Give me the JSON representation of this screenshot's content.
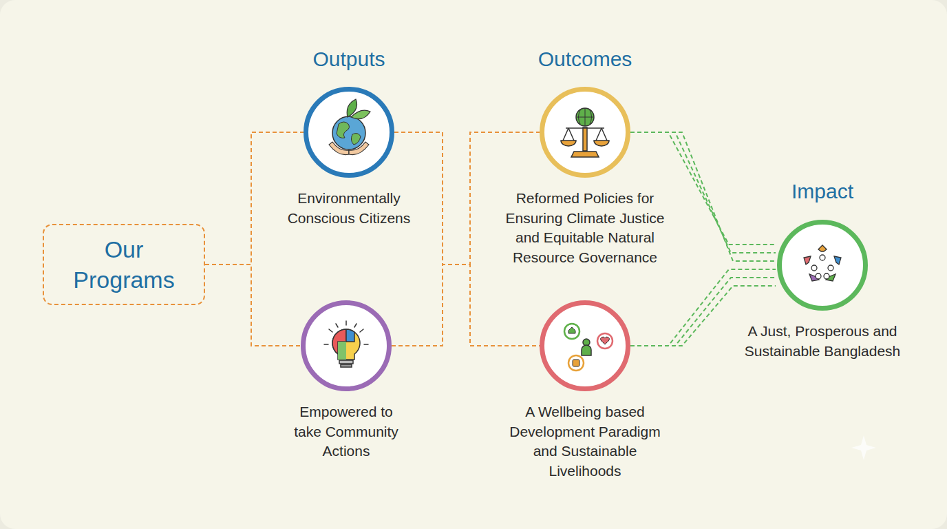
{
  "diagram": {
    "nodes": [
      {
        "text": [
          "Our Programs"
        ]
      },
      {
        "text": [
          "Environmentally Conscious Citizens"
        ]
      },
      {
        "text": [
          "Empowered to take Community Actions"
        ]
      },
      {
        "text": [
          "Reformed Policies for Ensuring Climate Justice and Equitable Natural Resource Governance"
        ]
      },
      {
        "text": [
          "A Wellbeing based Development Paradigm and Sustainable Livelihoods"
        ]
      },
      {
        "text": [
          "A Just, Prosperous and Sustainable Bangladesh"
        ]
      }
    ],
    "edges": [
      {
        "from": 0,
        "to": 1,
        "arrow": "none"
      },
      {
        "from": 0,
        "to": 2,
        "arrow": "none"
      },
      {
        "from": 1,
        "to": 3,
        "arrow": "none"
      },
      {
        "from": 1,
        "to": 4,
        "arrow": "none"
      },
      {
        "from": 2,
        "to": 3,
        "arrow": "none"
      },
      {
        "from": 2,
        "to": 4,
        "arrow": "none"
      },
      {
        "from": 3,
        "to": 5,
        "arrow": "none"
      },
      {
        "from": 4,
        "to": 5,
        "arrow": "none"
      }
    ],
    "labels": [
      "Outputs",
      "Outcomes",
      "Impact"
    ]
  }
}
